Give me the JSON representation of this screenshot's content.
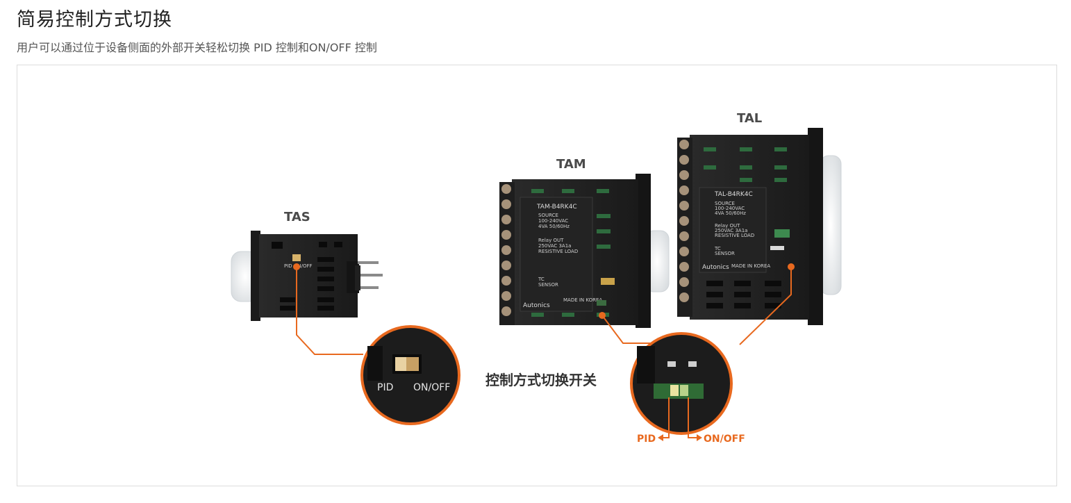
{
  "header": {
    "title": "简易控制方式切换",
    "subtitle": "用户可以通过位于设备侧面的外部开关轻松切换 PID 控制和ON/OFF 控制"
  },
  "figure": {
    "models": {
      "tas": "TAS",
      "tam": "TAM",
      "tal": "TAL"
    },
    "tas_switch_label": "PID ON/OFF",
    "tam_panel": {
      "model_code": "TAM-B4RK4C",
      "source": "SOURCE",
      "voltage": "100-240VAC",
      "power": "4VA 50/60Hz",
      "relay": "Relay OUT",
      "relay_rating": "250VAC 3A1a",
      "load": "RESISTIVE LOAD",
      "tc": "TC",
      "sensor": "SENSOR",
      "made_in": "MADE IN KOREA",
      "brand": "Autonics"
    },
    "tal_panel": {
      "model_code": "TAL-B4RK4C",
      "source": "SOURCE",
      "voltage": "100-240VAC",
      "power": "4VA 50/60Hz",
      "relay": "Relay OUT",
      "relay_rating": "250VAC 3A1a",
      "load": "RESISTIVE LOAD",
      "tc": "TC",
      "sensor": "SENSOR",
      "made_in": "MADE IN KOREA",
      "brand": "Autonics"
    },
    "zoom_left": {
      "pid": "PID",
      "onoff": "ON/OFF"
    },
    "caption": "控制方式切换开关",
    "zoom_right": {
      "pid": "PID",
      "onoff": "ON/OFF"
    },
    "accent_color": "#e8691f"
  }
}
